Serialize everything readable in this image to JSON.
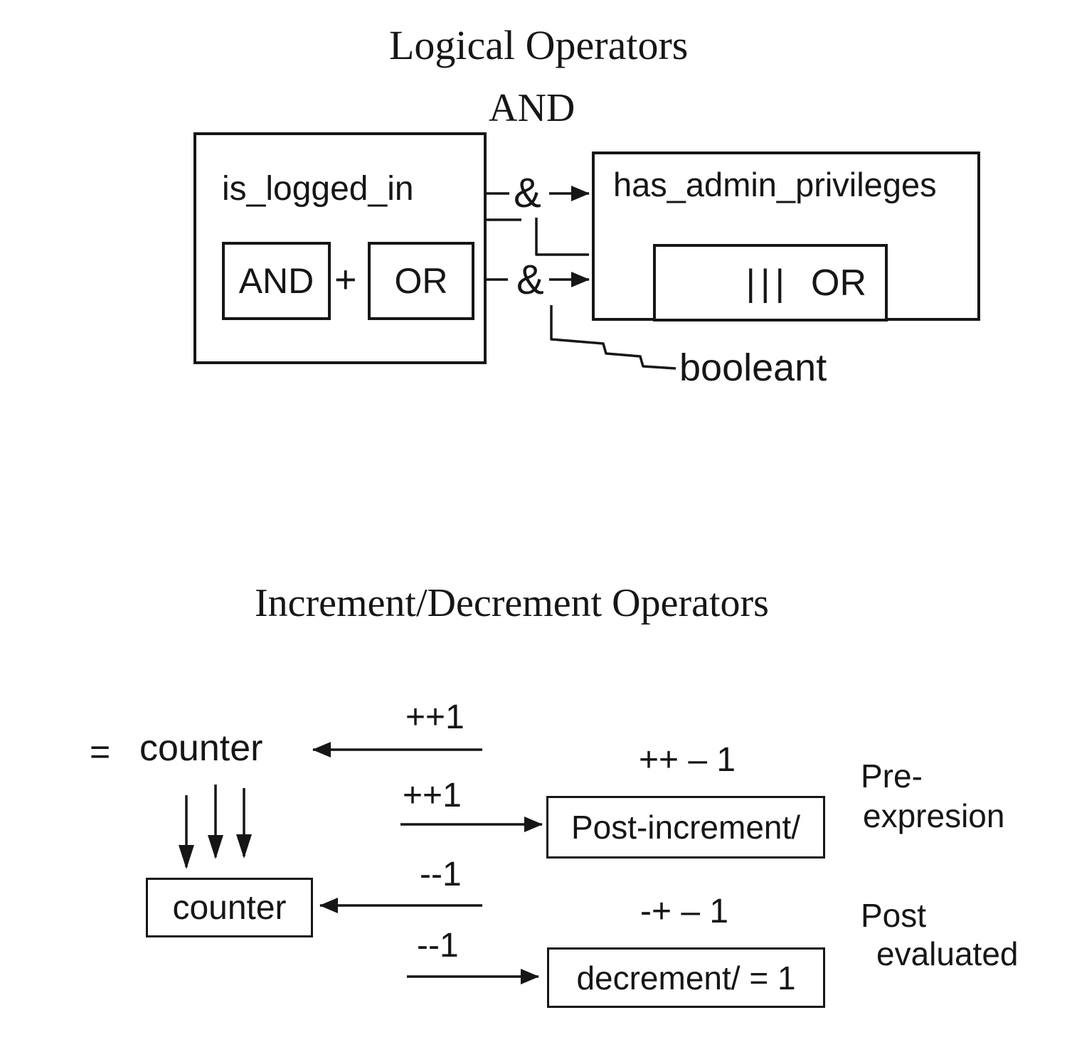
{
  "canvas": {
    "bg": "#ffffff",
    "ink": "#161616"
  },
  "logical": {
    "title": "Logical Operators",
    "subtitle": "AND",
    "is_logged_in_box": {
      "label": "is_logged_in",
      "and_label": "AND",
      "plus": "+",
      "or_label": "OR"
    },
    "admin_box": {
      "label": "has_admin_privileges",
      "bars": "|||",
      "or_label": "OR"
    },
    "ampersand_top": "&",
    "ampersand_bottom": "&",
    "callout": "booleant"
  },
  "incdec": {
    "title": "Increment/Decrement Operators",
    "equals": "=",
    "counter_text": "counter",
    "counter_box_label": "counter",
    "plus_plus_1_top": "++1",
    "plus_plus_1_mid": "++1",
    "minus_minus_1_mid": "--1",
    "minus_minus_1_bottom": "--1",
    "post_increment_box_label": "Post-increment/",
    "decrement_box_label": "decrement/ = 1",
    "pre_annotation": "++ – 1",
    "post_annotation": "-+ – 1",
    "pre_label": {
      "line1": "Pre-",
      "line2": "expresion"
    },
    "post_label": {
      "line1": "Post",
      "line2": "evaluated"
    }
  }
}
